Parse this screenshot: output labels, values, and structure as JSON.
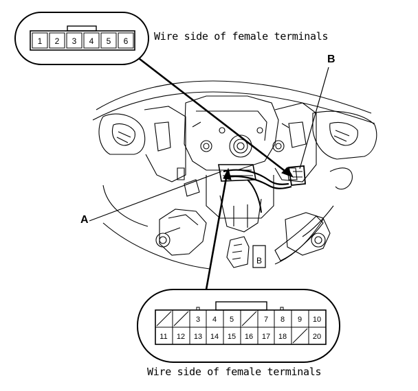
{
  "callouts": {
    "a": "A",
    "b": "B"
  },
  "connector_6pin": {
    "caption": "Wire side of female terminals",
    "pins": [
      "1",
      "2",
      "3",
      "4",
      "5",
      "6"
    ]
  },
  "connector_20pin": {
    "caption": "Wire side of female terminals",
    "top_row": [
      "",
      "",
      "3",
      "4",
      "5",
      "",
      "7",
      "8",
      "9",
      "10"
    ],
    "bottom_row": [
      "11",
      "12",
      "13",
      "14",
      "15",
      "16",
      "17",
      "18",
      "",
      "20"
    ]
  },
  "harness_tag": "B"
}
